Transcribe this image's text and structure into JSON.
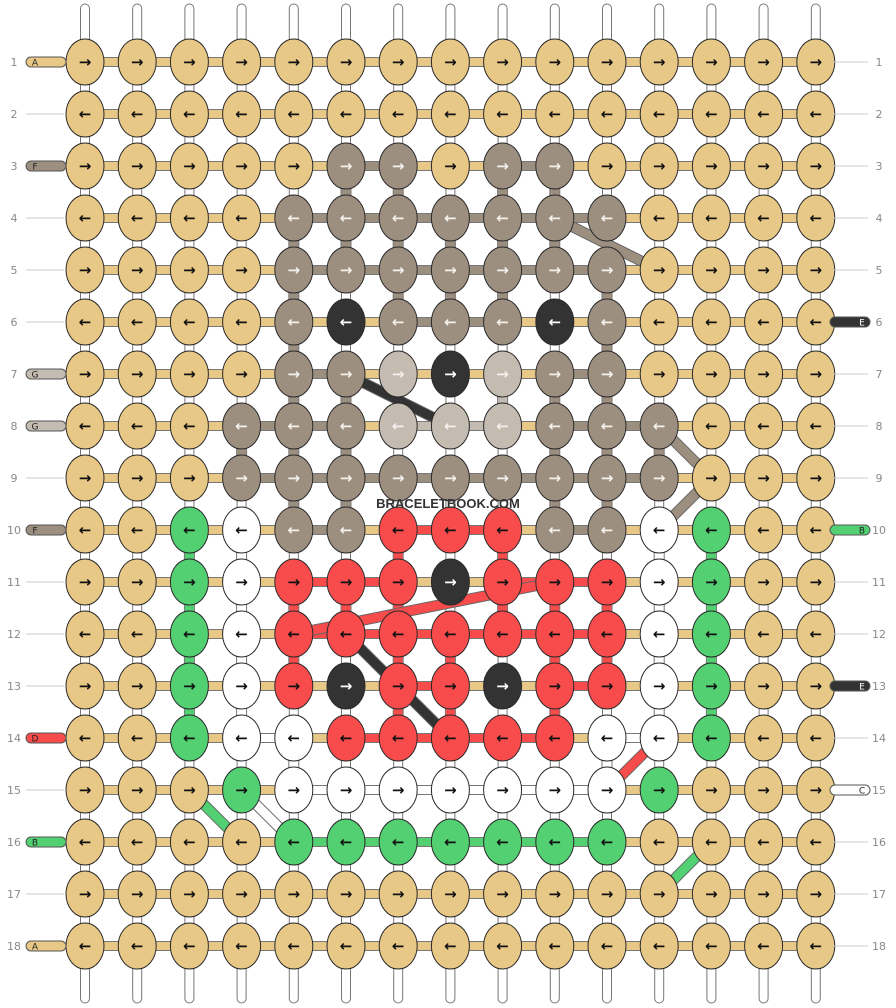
{
  "watermark": "BRACELETBOOK.COM",
  "colors": {
    "A": "#e8c887",
    "B": "#52d072",
    "C": "#ffffff",
    "D": "#f84c4c",
    "E": "#333333",
    "F": "#9d8f80",
    "G": "#c4bbb1"
  },
  "row_numbers": [
    "1",
    "2",
    "3",
    "4",
    "5",
    "6",
    "7",
    "8",
    "9",
    "10",
    "11",
    "12",
    "13",
    "14",
    "15",
    "16",
    "17",
    "18"
  ],
  "left_thread_labels": [
    {
      "row": 1,
      "letter": "A",
      "color": "A"
    },
    {
      "row": 3,
      "letter": "F",
      "color": "F"
    },
    {
      "row": 7,
      "letter": "G",
      "color": "G"
    },
    {
      "row": 8,
      "letter": "G",
      "color": "G"
    },
    {
      "row": 10,
      "letter": "F",
      "color": "F"
    },
    {
      "row": 14,
      "letter": "D",
      "color": "D"
    },
    {
      "row": 16,
      "letter": "B",
      "color": "B"
    },
    {
      "row": 18,
      "letter": "A",
      "color": "A"
    }
  ],
  "right_thread_labels": [
    {
      "row": 6,
      "letter": "E",
      "color": "E"
    },
    {
      "row": 10,
      "letter": "B",
      "color": "B"
    },
    {
      "row": 13,
      "letter": "E",
      "color": "E"
    },
    {
      "row": 15,
      "letter": "C",
      "color": "C"
    }
  ],
  "knot_rows": [
    "AAAAAAAAAAAAAAA",
    "AAAAAAAAAAAAAAA",
    "AAAAAFFAFFAAAAA",
    "AAAAFFFFFFFAAAA",
    "AAAAFFFFFFFAAAA",
    "AAAAFEFFFEFAAAA",
    "AAAAFFGEGFFAAAA",
    "AAAFFFGGGFFFAAA",
    "AAAFFFFFFFFFAAA",
    "AABCFFDDDFFCBAA",
    "AABCDDDEDDDCBAA",
    "AABCDDDDDDDCBAA",
    "AABCDEDDEDDCBAA",
    "AABCCDDDDDCCBAA",
    "AAABCCCCCCCBAAA",
    "AAAABBBBBBBAAAA",
    "AAAAAAAAAAAAAAA",
    "AAAAAAAAAAAAAAA"
  ],
  "row_directions": [
    "R",
    "L",
    "R",
    "L",
    "R",
    "L",
    "R",
    "L",
    "R",
    "L",
    "R",
    "L",
    "R",
    "L",
    "R",
    "L",
    "R",
    "L"
  ],
  "diagonal_threads": [
    {
      "from": [
        9,
        3
      ],
      "to": [
        11,
        4
      ],
      "color": "F"
    },
    {
      "from": [
        11,
        7
      ],
      "to": [
        12,
        8
      ],
      "color": "F"
    },
    {
      "from": [
        11,
        9
      ],
      "to": [
        12,
        8
      ],
      "color": "F"
    },
    {
      "from": [
        5,
        6
      ],
      "to": [
        7,
        7
      ],
      "color": "E"
    },
    {
      "from": [
        7,
        13
      ],
      "to": [
        5,
        11
      ],
      "color": "E"
    },
    {
      "from": [
        9,
        10
      ],
      "to": [
        4,
        11
      ],
      "color": "D"
    },
    {
      "from": [
        10,
        14
      ],
      "to": [
        11,
        13
      ],
      "color": "D"
    },
    {
      "from": [
        2,
        14
      ],
      "to": [
        3,
        15
      ],
      "color": "B"
    },
    {
      "from": [
        11,
        16
      ],
      "to": [
        12,
        15
      ],
      "color": "B"
    },
    {
      "from": [
        3,
        14
      ],
      "to": [
        4,
        15
      ],
      "color": "C"
    }
  ]
}
